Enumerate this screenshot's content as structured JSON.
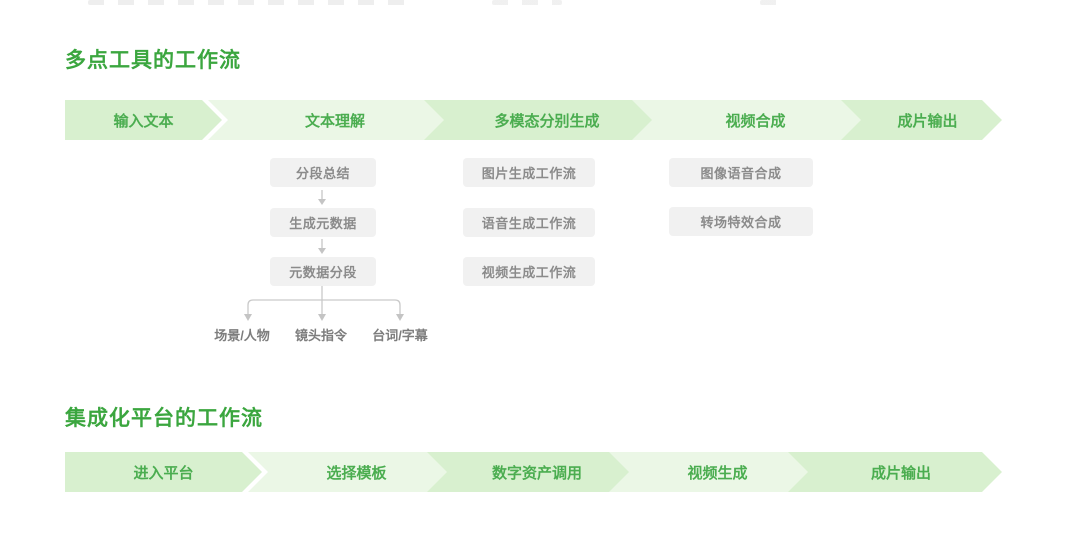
{
  "colors": {
    "title_green": "#3ba63f",
    "chevron_text": "#4bad50",
    "chevron_dark": "#d8f0cf",
    "chevron_light": "#ebf7e6",
    "box_bg": "#f1f1f1",
    "box_text": "#8b8b8b",
    "connector_gray": "#c7c7c7",
    "branch_text": "#7d7d7d"
  },
  "sections": [
    {
      "title": "多点工具的工作流",
      "steps": [
        "输入文本",
        "文本理解",
        "多模态分别生成",
        "视频合成",
        "成片输出"
      ],
      "columns": [
        {
          "under_step": "文本理解",
          "boxes": [
            "分段总结",
            "生成元数据",
            "元数据分段"
          ],
          "branch_labels": [
            "场景/人物",
            "镜头指令",
            "台词/字幕"
          ]
        },
        {
          "under_step": "多模态分别生成",
          "boxes": [
            "图片生成工作流",
            "语音生成工作流",
            "视频生成工作流"
          ]
        },
        {
          "under_step": "视频合成",
          "boxes": [
            "图像语音合成",
            "转场特效合成"
          ]
        }
      ]
    },
    {
      "title": "集成化平台的工作流",
      "steps": [
        "进入平台",
        "选择模板",
        "数字资产调用",
        "视频生成",
        "成片输出"
      ]
    }
  ]
}
